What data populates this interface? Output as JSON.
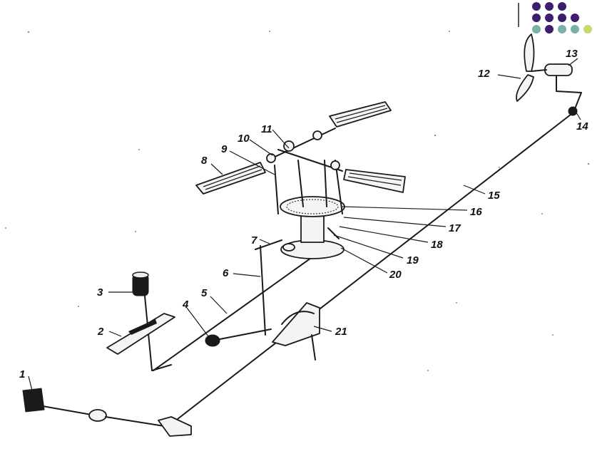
{
  "decor": {
    "dot_colors": [
      "#3d1d6e",
      "#3d1d6e",
      "#3d1d6e",
      "#3d1d6e",
      "#3d1d6e",
      "#3d1d6e",
      "#3d1d6e",
      "#7ab0a8"
    ]
  },
  "labels": [
    {
      "id": "1",
      "text": "1"
    },
    {
      "id": "2",
      "text": "2"
    },
    {
      "id": "3",
      "text": "3"
    },
    {
      "id": "4",
      "text": "4"
    },
    {
      "id": "5",
      "text": "5"
    },
    {
      "id": "6",
      "text": "6"
    },
    {
      "id": "7",
      "text": "7"
    },
    {
      "id": "8",
      "text": "8"
    },
    {
      "id": "9",
      "text": "9"
    },
    {
      "id": "10",
      "text": "10"
    },
    {
      "id": "11",
      "text": "11"
    },
    {
      "id": "12",
      "text": "12"
    },
    {
      "id": "13",
      "text": "13"
    },
    {
      "id": "14",
      "text": "14"
    },
    {
      "id": "15",
      "text": "15"
    },
    {
      "id": "16",
      "text": "16"
    },
    {
      "id": "17",
      "text": "17"
    },
    {
      "id": "18",
      "text": "18"
    },
    {
      "id": "19",
      "text": "19"
    },
    {
      "id": "20",
      "text": "20"
    },
    {
      "id": "21",
      "text": "21"
    }
  ]
}
